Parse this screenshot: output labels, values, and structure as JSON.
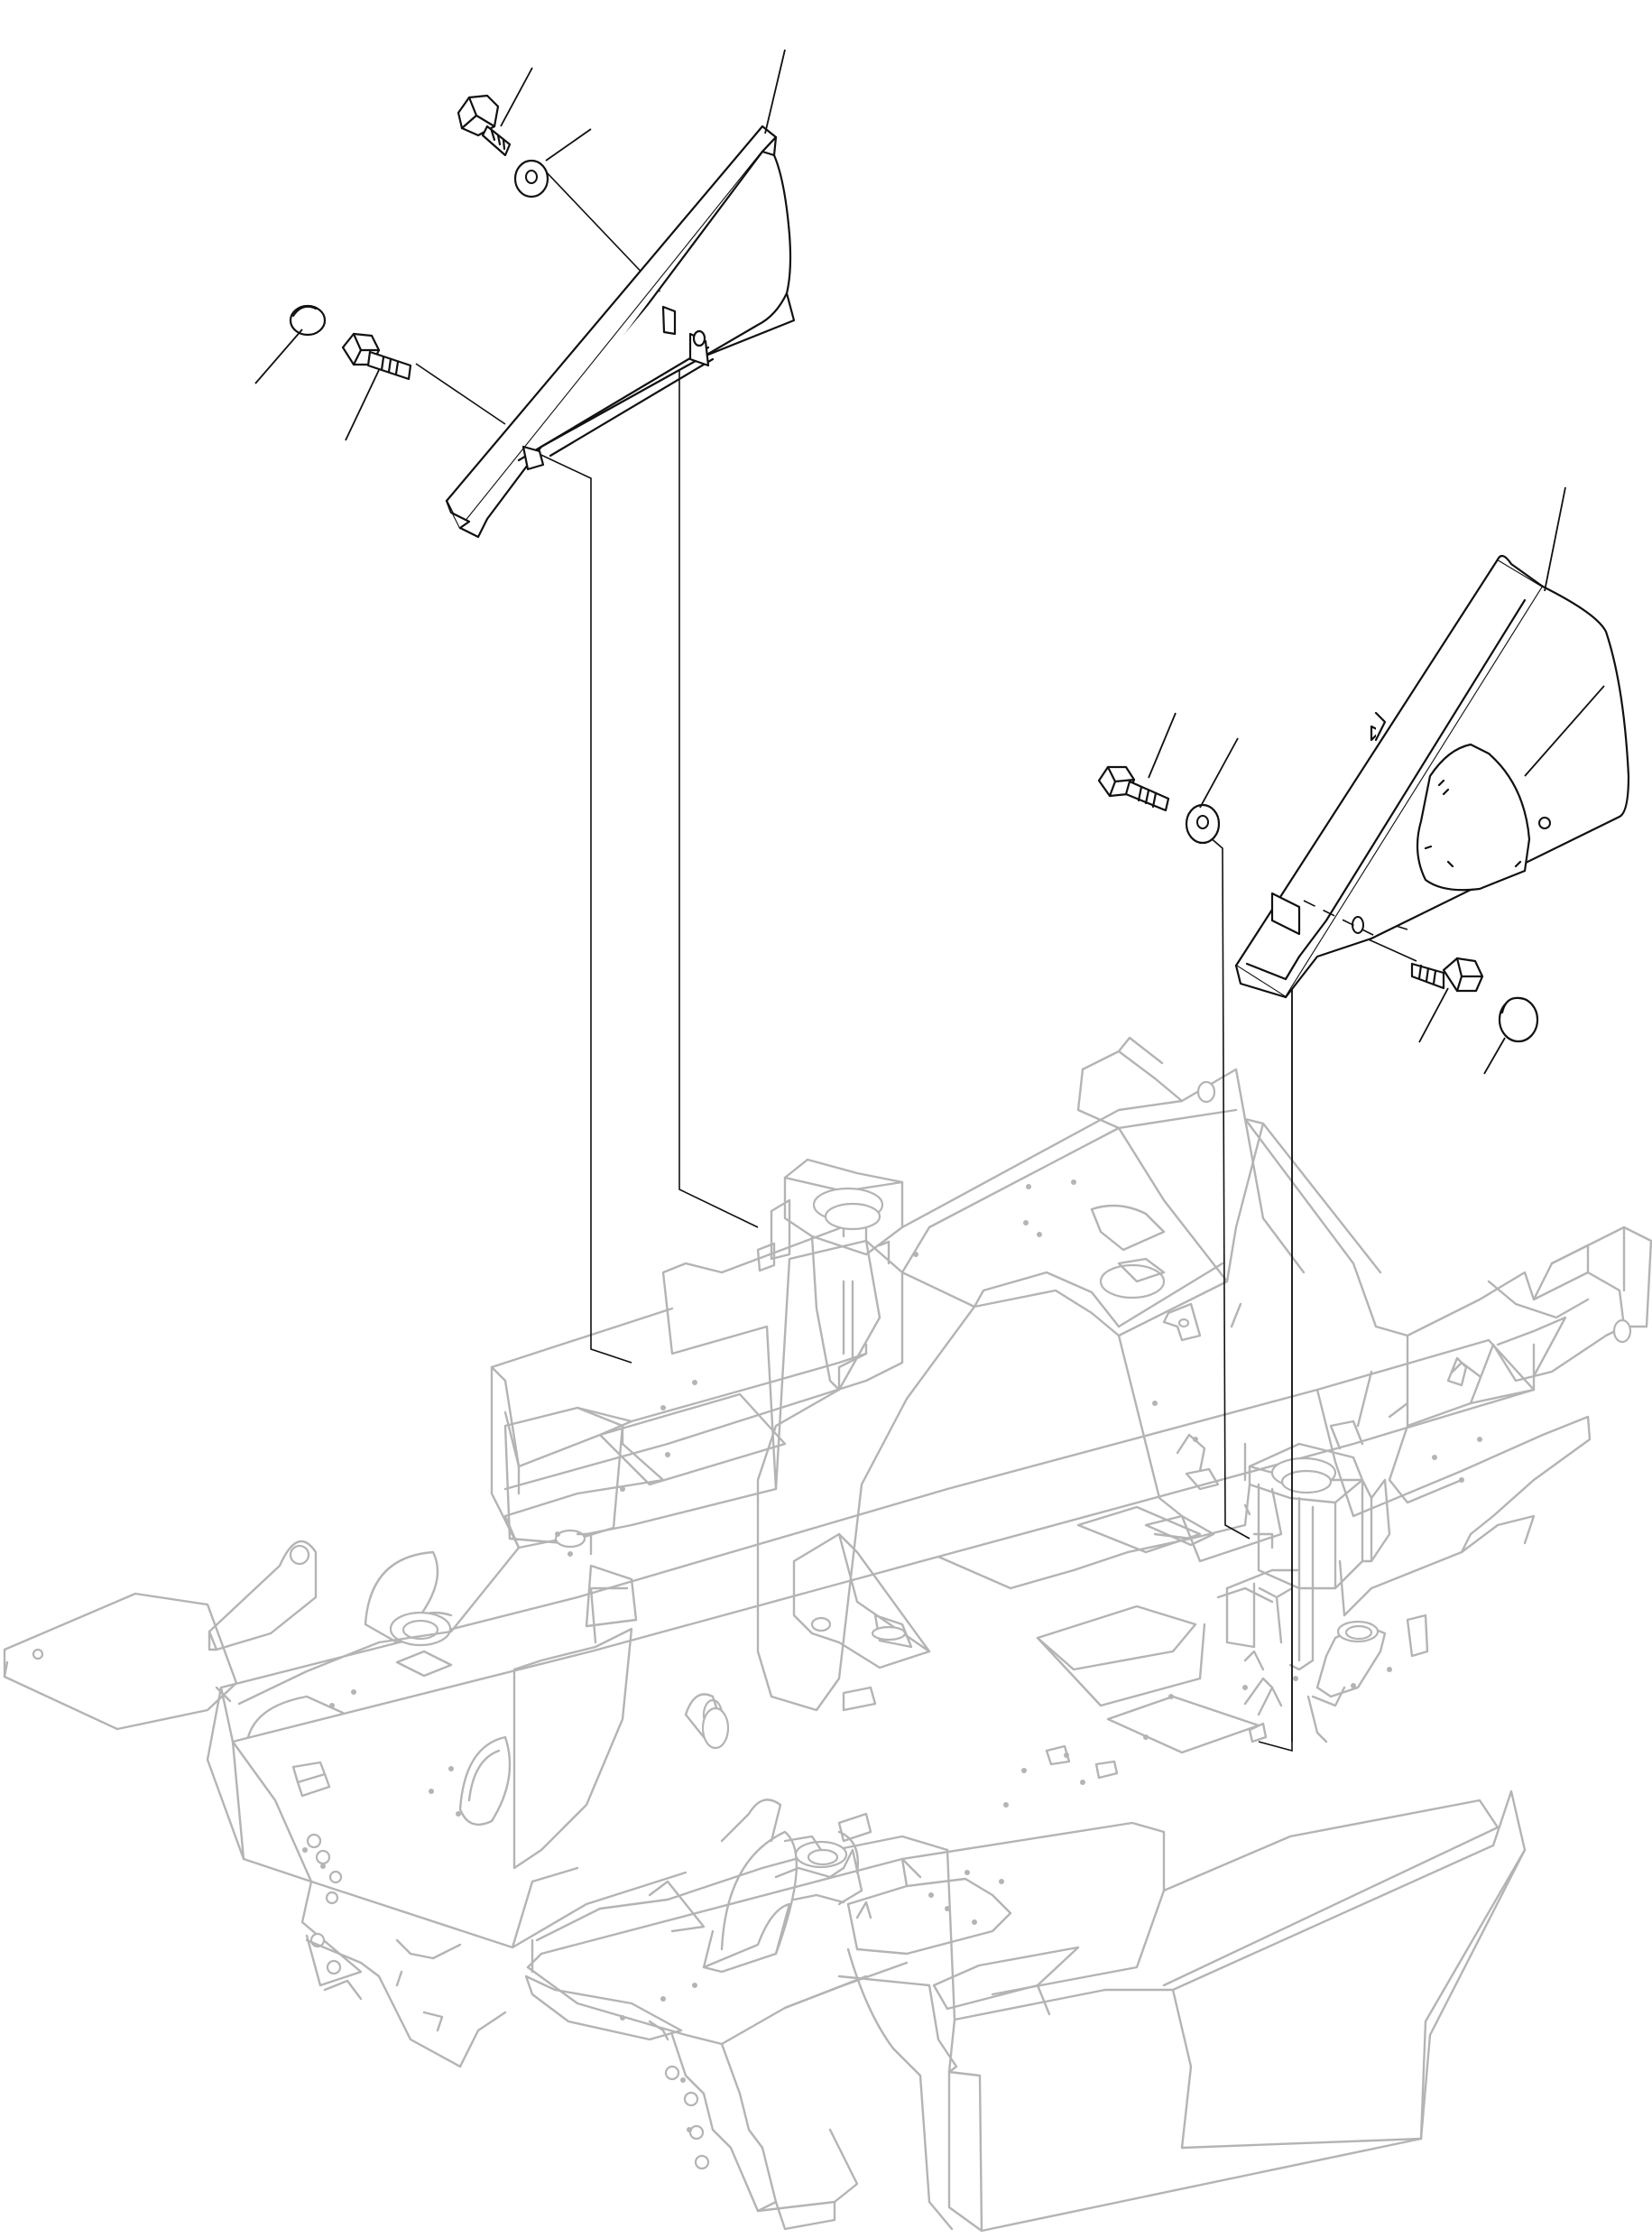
{
  "figure": {
    "kind": "exploded parts diagram",
    "label_text": [],
    "colors": {
      "frame_outline": "#b4b4b4",
      "part_outline": "#111111",
      "background": "#ffffff"
    }
  },
  "parts": [
    {
      "id": "cover-left",
      "icon": "cover-panel-icon"
    },
    {
      "id": "cover-right",
      "icon": "cover-panel-icon"
    },
    {
      "id": "bolt-top-left",
      "icon": "bolt-icon"
    },
    {
      "id": "washer-top-left",
      "icon": "washer-icon"
    },
    {
      "id": "bolt-mid-left",
      "icon": "bolt-icon"
    },
    {
      "id": "cap-left",
      "icon": "cap-icon"
    },
    {
      "id": "bolt-right-upper",
      "icon": "bolt-icon"
    },
    {
      "id": "washer-right",
      "icon": "washer-icon"
    },
    {
      "id": "bolt-right-lower",
      "icon": "bolt-icon"
    },
    {
      "id": "cap-right",
      "icon": "cap-icon"
    },
    {
      "id": "revolving-frame",
      "icon": "machine-frame-icon"
    }
  ]
}
